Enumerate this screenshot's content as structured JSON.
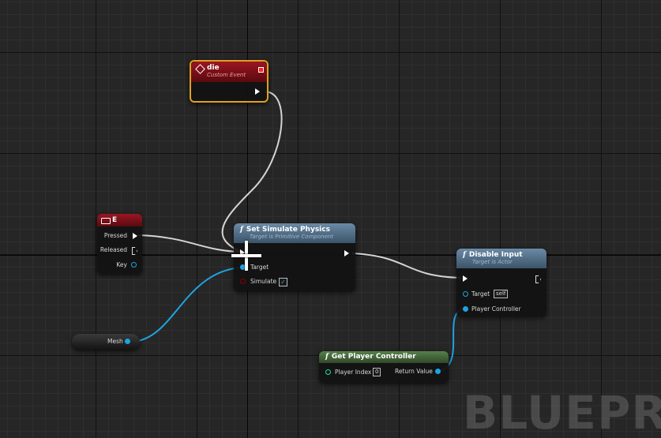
{
  "nodes": {
    "custom_event": {
      "title": "die",
      "subtitle": "Custom Event",
      "color": "#8a0f18"
    },
    "key_event": {
      "title": "E",
      "pins": {
        "pressed": "Pressed",
        "released": "Released",
        "key": "Key"
      }
    },
    "set_physics": {
      "title": "Set Simulate Physics",
      "subtitle": "Target is Primitive Component",
      "pins": {
        "target": "Target",
        "simulate": "Simulate"
      },
      "simulate_checked": "✓"
    },
    "disable_input": {
      "title": "Disable Input",
      "subtitle": "Target is Actor",
      "pins": {
        "target": "Target",
        "target_value": "self",
        "player_controller": "Player Controller"
      }
    },
    "get_player_controller": {
      "title": "Get Player Controller",
      "pins": {
        "player_index": "Player Index",
        "player_index_value": "0",
        "return_value": "Return Value"
      }
    },
    "mesh_var": {
      "label": "Mesh"
    }
  },
  "icons": {
    "function": "f",
    "event": "diamond-icon",
    "keyboard": "keyboard-icon"
  },
  "colors": {
    "exec": "#ffffff",
    "object_pin": "#1fa2e0",
    "bool_pin": "#8b0000",
    "func_header": "#5f7d97",
    "pure_header": "#486b3f"
  },
  "watermark": "BLUEPRINT"
}
